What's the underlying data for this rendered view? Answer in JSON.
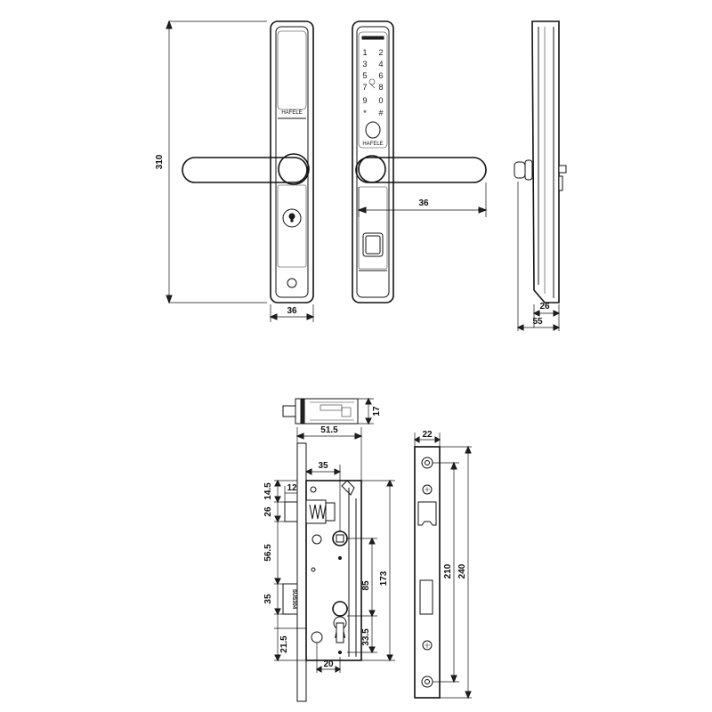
{
  "brand": {
    "logo_front": "HAFELE",
    "logo_keypad": "HAFELE"
  },
  "keypad": {
    "keys": [
      "1",
      "2",
      "3",
      "4",
      "5",
      "6",
      "7",
      "8",
      "9",
      "0",
      "*",
      "#"
    ]
  },
  "lock_body": {
    "plate_label": "SUS304"
  },
  "dimensions": {
    "handle_height": "310",
    "front_width": "36",
    "handle_projection": "36",
    "side_depth_inner": "26",
    "side_depth_outer": "55",
    "mortise_top_depth": "17",
    "backset_total": "51.5",
    "mortise_width": "35",
    "latch_width": "12",
    "latch_offset": "14.5",
    "latch_height": "26",
    "latch_to_deadbolt": "56.5",
    "deadbolt_height": "35",
    "cylinder_gap": "21.5",
    "cylinder_backset": "20",
    "cylinder_height": "33.5",
    "handle_to_cylinder": "85",
    "body_height": "173",
    "faceplate_width": "22",
    "faceplate_screw_distance": "210",
    "faceplate_height": "240"
  }
}
